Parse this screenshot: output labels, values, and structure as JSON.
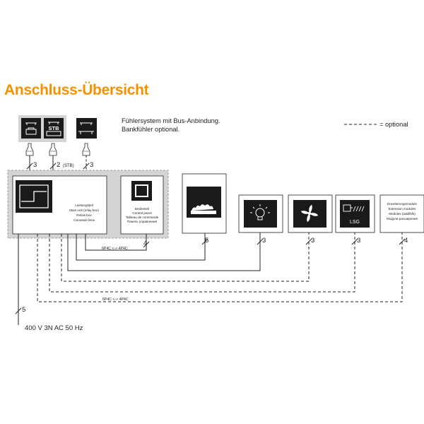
{
  "title": "Anschluss-Übersicht",
  "colors": {
    "title": "#f39200",
    "panel": "#1a1a1a",
    "gray": "#d4d4d4",
    "line": "#222222"
  },
  "info": {
    "line1": "Fühlersystem mit Bus-Anbindung.",
    "line2": "Bankfühler optional."
  },
  "legend": {
    "label": "= optional"
  },
  "sensors": {
    "stb_label": "STB",
    "stb_wire_label": "(STB)"
  },
  "main_unit": {
    "lines": [
      "Leistungsteil",
      "Main unit (relay box)",
      "Relais box",
      "Силовой блок"
    ]
  },
  "control_panel": {
    "lines": [
      "Bedienteil",
      "Control panel",
      "Tableau de commande",
      "Панель управления"
    ]
  },
  "extension": {
    "lines": [
      "Erweiterungsmodule",
      "Extension modules",
      "Modules (addiftifs)",
      "Модули расширения"
    ]
  },
  "lsg_label": "LSG",
  "wire_counts": {
    "sensor1": "3",
    "sensor2": "2",
    "sensor3": "3",
    "control": "4",
    "heater": "5",
    "light": "3",
    "fan": "3",
    "lsg": "3",
    "extension": "4",
    "power": "5"
  },
  "cable_label_1": "6P4C <-> 4P4C",
  "cable_label_2": "6P4C <-> 4P4C",
  "power_label": "400 V 3N AC 50 Hz",
  "icons": [
    "thermometer-bench-icon",
    "stb-sensor-icon",
    "bench-sensor-icon",
    "relay-box-icon",
    "control-panel-icon",
    "sauna-heater-icon",
    "light-bulb-icon",
    "fan-icon",
    "lsg-relay-icon"
  ]
}
